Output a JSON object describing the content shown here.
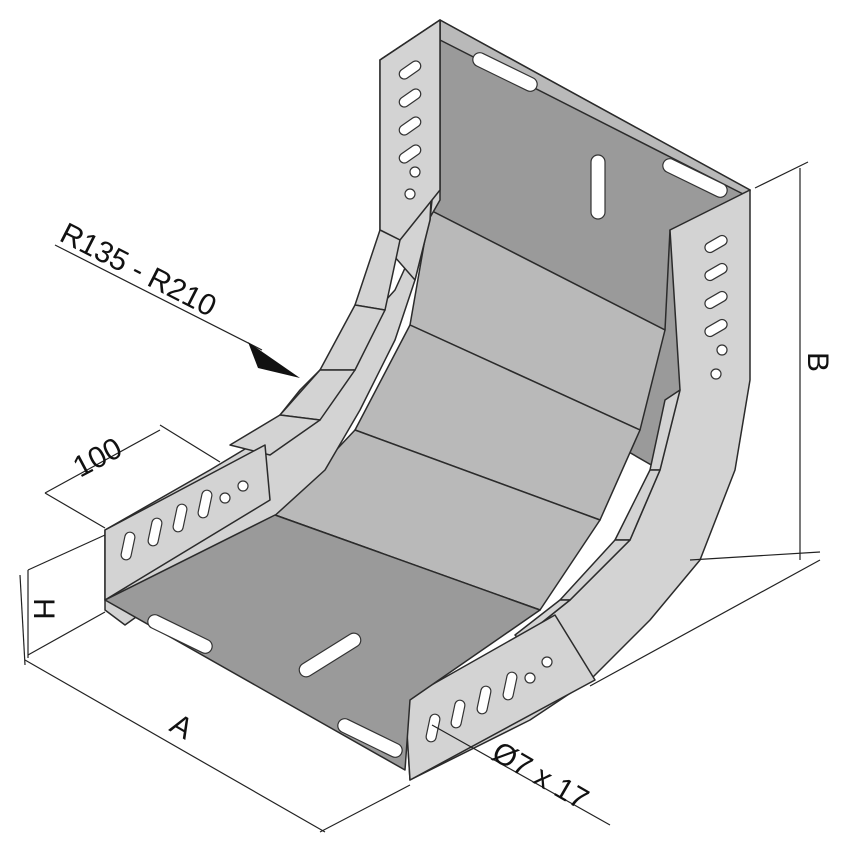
{
  "diagram": {
    "labels": {
      "radius": "R135 - R210",
      "width_100": "100",
      "height": "H",
      "a": "A",
      "b": "B",
      "hole": "Ø7 x 17"
    },
    "colors": {
      "metal_dark": "#9a9a9a",
      "metal_mid": "#b9b9b9",
      "metal_light": "#d3d3d3",
      "line": "#111111"
    }
  }
}
